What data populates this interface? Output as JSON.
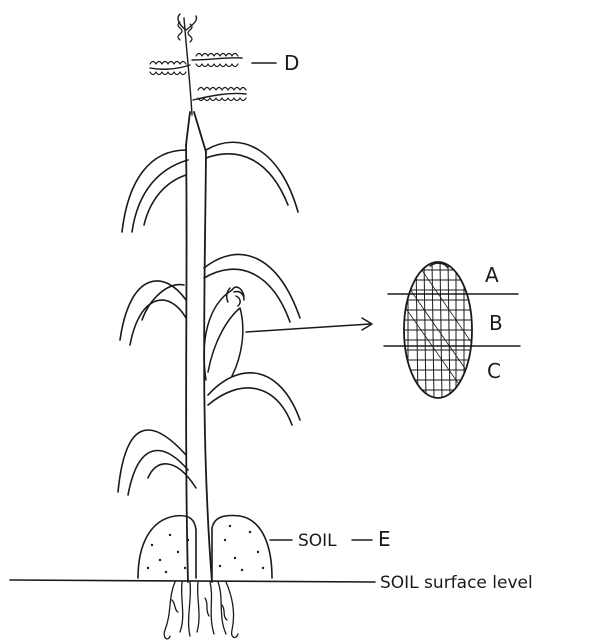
{
  "labels": {
    "tassel": "D",
    "cob_top": "A",
    "cob_middle": "B",
    "cob_bottom": "C",
    "soil": "SOIL",
    "soil_letter": "E",
    "surface_line": "SOIL surface level"
  },
  "colors": {
    "ink": "#1a1a1a",
    "background": "#ffffff"
  }
}
